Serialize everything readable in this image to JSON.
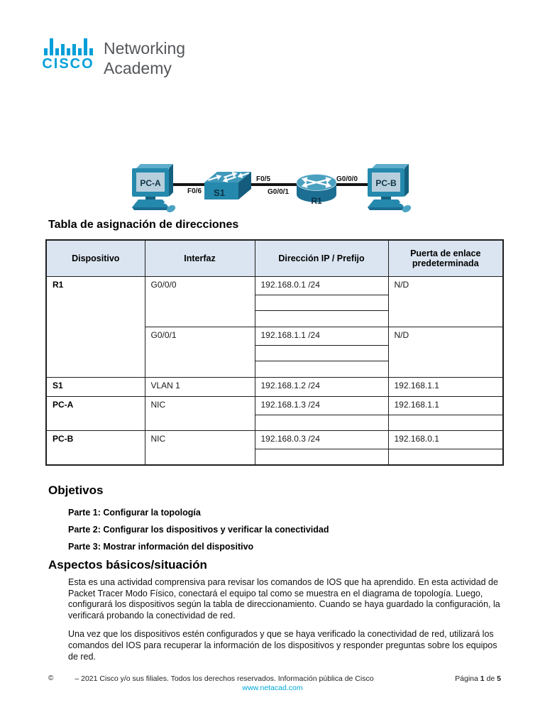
{
  "logo": {
    "wordmark": "CISCO",
    "line1": "Networking",
    "line2": "Academy"
  },
  "topology": {
    "pc_a": "PC-A",
    "s1": "S1",
    "r1": "R1",
    "pc_b": "PC-B",
    "ports": {
      "f06": "F0/6",
      "f05": "F0/5",
      "g001": "G0/0/1",
      "g000": "G0/0/0"
    }
  },
  "addressing": {
    "title": "Tabla de asignación de direcciones",
    "headers": [
      "Dispositivo",
      "Interfaz",
      "Dirección IP / Prefijo",
      "Puerta de enlace predeterminada"
    ],
    "r1": {
      "device": "R1",
      "iface1": "G0/0/0",
      "ip1": "192.168.0.1 /24",
      "gw1": "N/D",
      "iface2": "G0/0/1",
      "ip2": "192.168.1.1 /24",
      "gw2": "N/D"
    },
    "s1": {
      "device": "S1",
      "iface": "VLAN 1",
      "ip": "192.168.1.2 /24",
      "gw": "192.168.1.1"
    },
    "pc_a": {
      "device": "PC-A",
      "iface": "NIC",
      "ip": "192.168.1.3 /24",
      "gw": "192.168.1.1"
    },
    "pc_b": {
      "device": "PC-B",
      "iface": "NIC",
      "ip": "192.168.0.3 /24",
      "gw": "192.168.0.1"
    }
  },
  "objectives": {
    "title": "Objetivos",
    "items": [
      "Parte 1: Configurar la topología",
      "Parte 2: Configurar los dispositivos y verificar la conectividad",
      "Parte 3: Mostrar información del dispositivo"
    ]
  },
  "background": {
    "title": "Aspectos básicos/situación",
    "paragraphs": [
      "Esta es una actividad comprensiva para revisar los comandos de IOS que ha aprendido. En esta actividad de Packet Tracer Modo Físico, conectará el equipo tal como se muestra en el diagrama de topología. Luego, configurará los dispositivos según la tabla de direccionamiento. Cuando se haya guardado la configuración, la verificará probando la conectividad de red.",
      "Una vez que los dispositivos estén configurados y que se haya verificado la conectividad de red, utilizará los comandos del IOS para recuperar la información de los dispositivos y responder preguntas sobre los equipos de red."
    ]
  },
  "footer": {
    "symbol": "©",
    "copyright": "– 2021 Cisco y/o sus filiales. Todos los derechos reservados. Información pública de Cisco",
    "link": "www.netacad.com",
    "page_label": "Página",
    "page_number": "1",
    "of_label": "de",
    "page_total": "5"
  },
  "colors": {
    "cisco_blue": "#049fd9",
    "link_blue": "#00a9d9",
    "table_header_bg": "#dbe5f1",
    "device_blue": "#2589ad"
  }
}
